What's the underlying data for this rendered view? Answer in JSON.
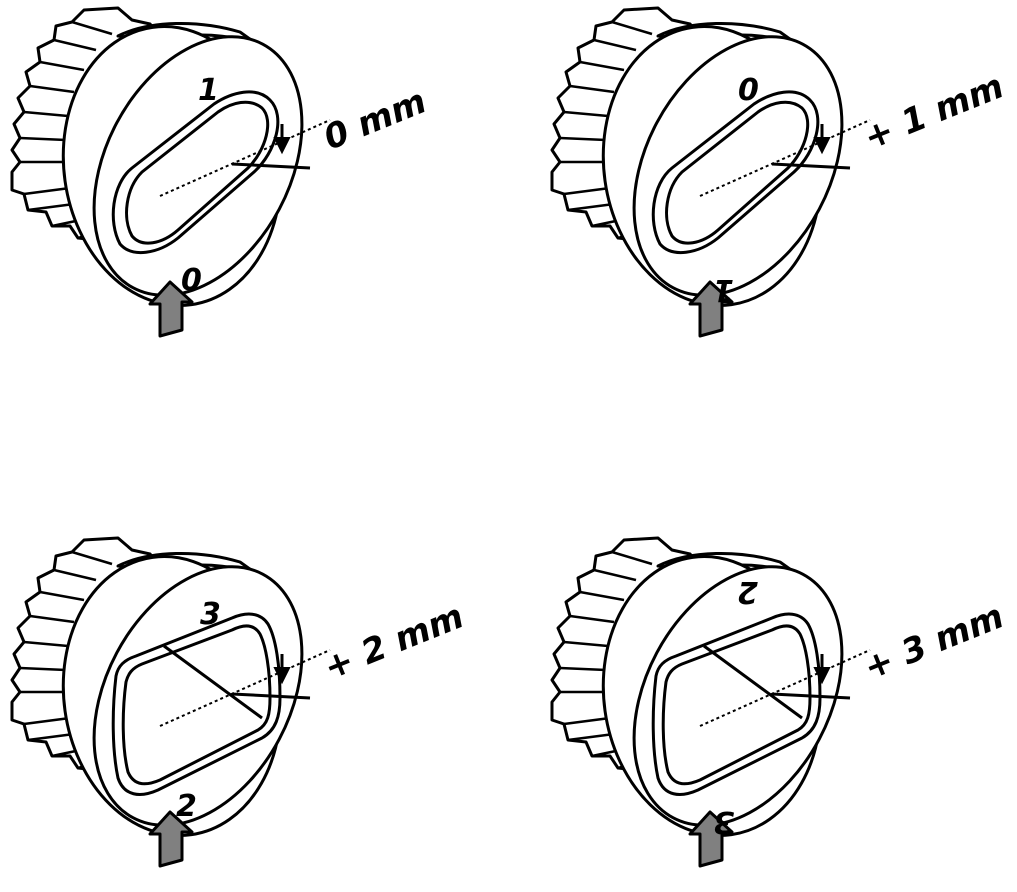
{
  "colors": {
    "line": "#000000",
    "fill": "#ffffff",
    "arrow": "#808080"
  },
  "dials": [
    {
      "top_number": "1",
      "bottom_number": "0",
      "offset_label": "0 mm",
      "opening": "slot",
      "flip_top": false,
      "flip_bottom": false
    },
    {
      "top_number": "0",
      "bottom_number": "1",
      "offset_label": "+ 1 mm",
      "opening": "slot",
      "flip_top": false,
      "flip_bottom": true
    },
    {
      "top_number": "3",
      "bottom_number": "2",
      "offset_label": "+ 2 mm",
      "opening": "square",
      "flip_top": false,
      "flip_bottom": false
    },
    {
      "top_number": "2",
      "bottom_number": "3",
      "offset_label": "+ 3 mm",
      "opening": "square",
      "flip_top": true,
      "flip_bottom": true
    }
  ]
}
